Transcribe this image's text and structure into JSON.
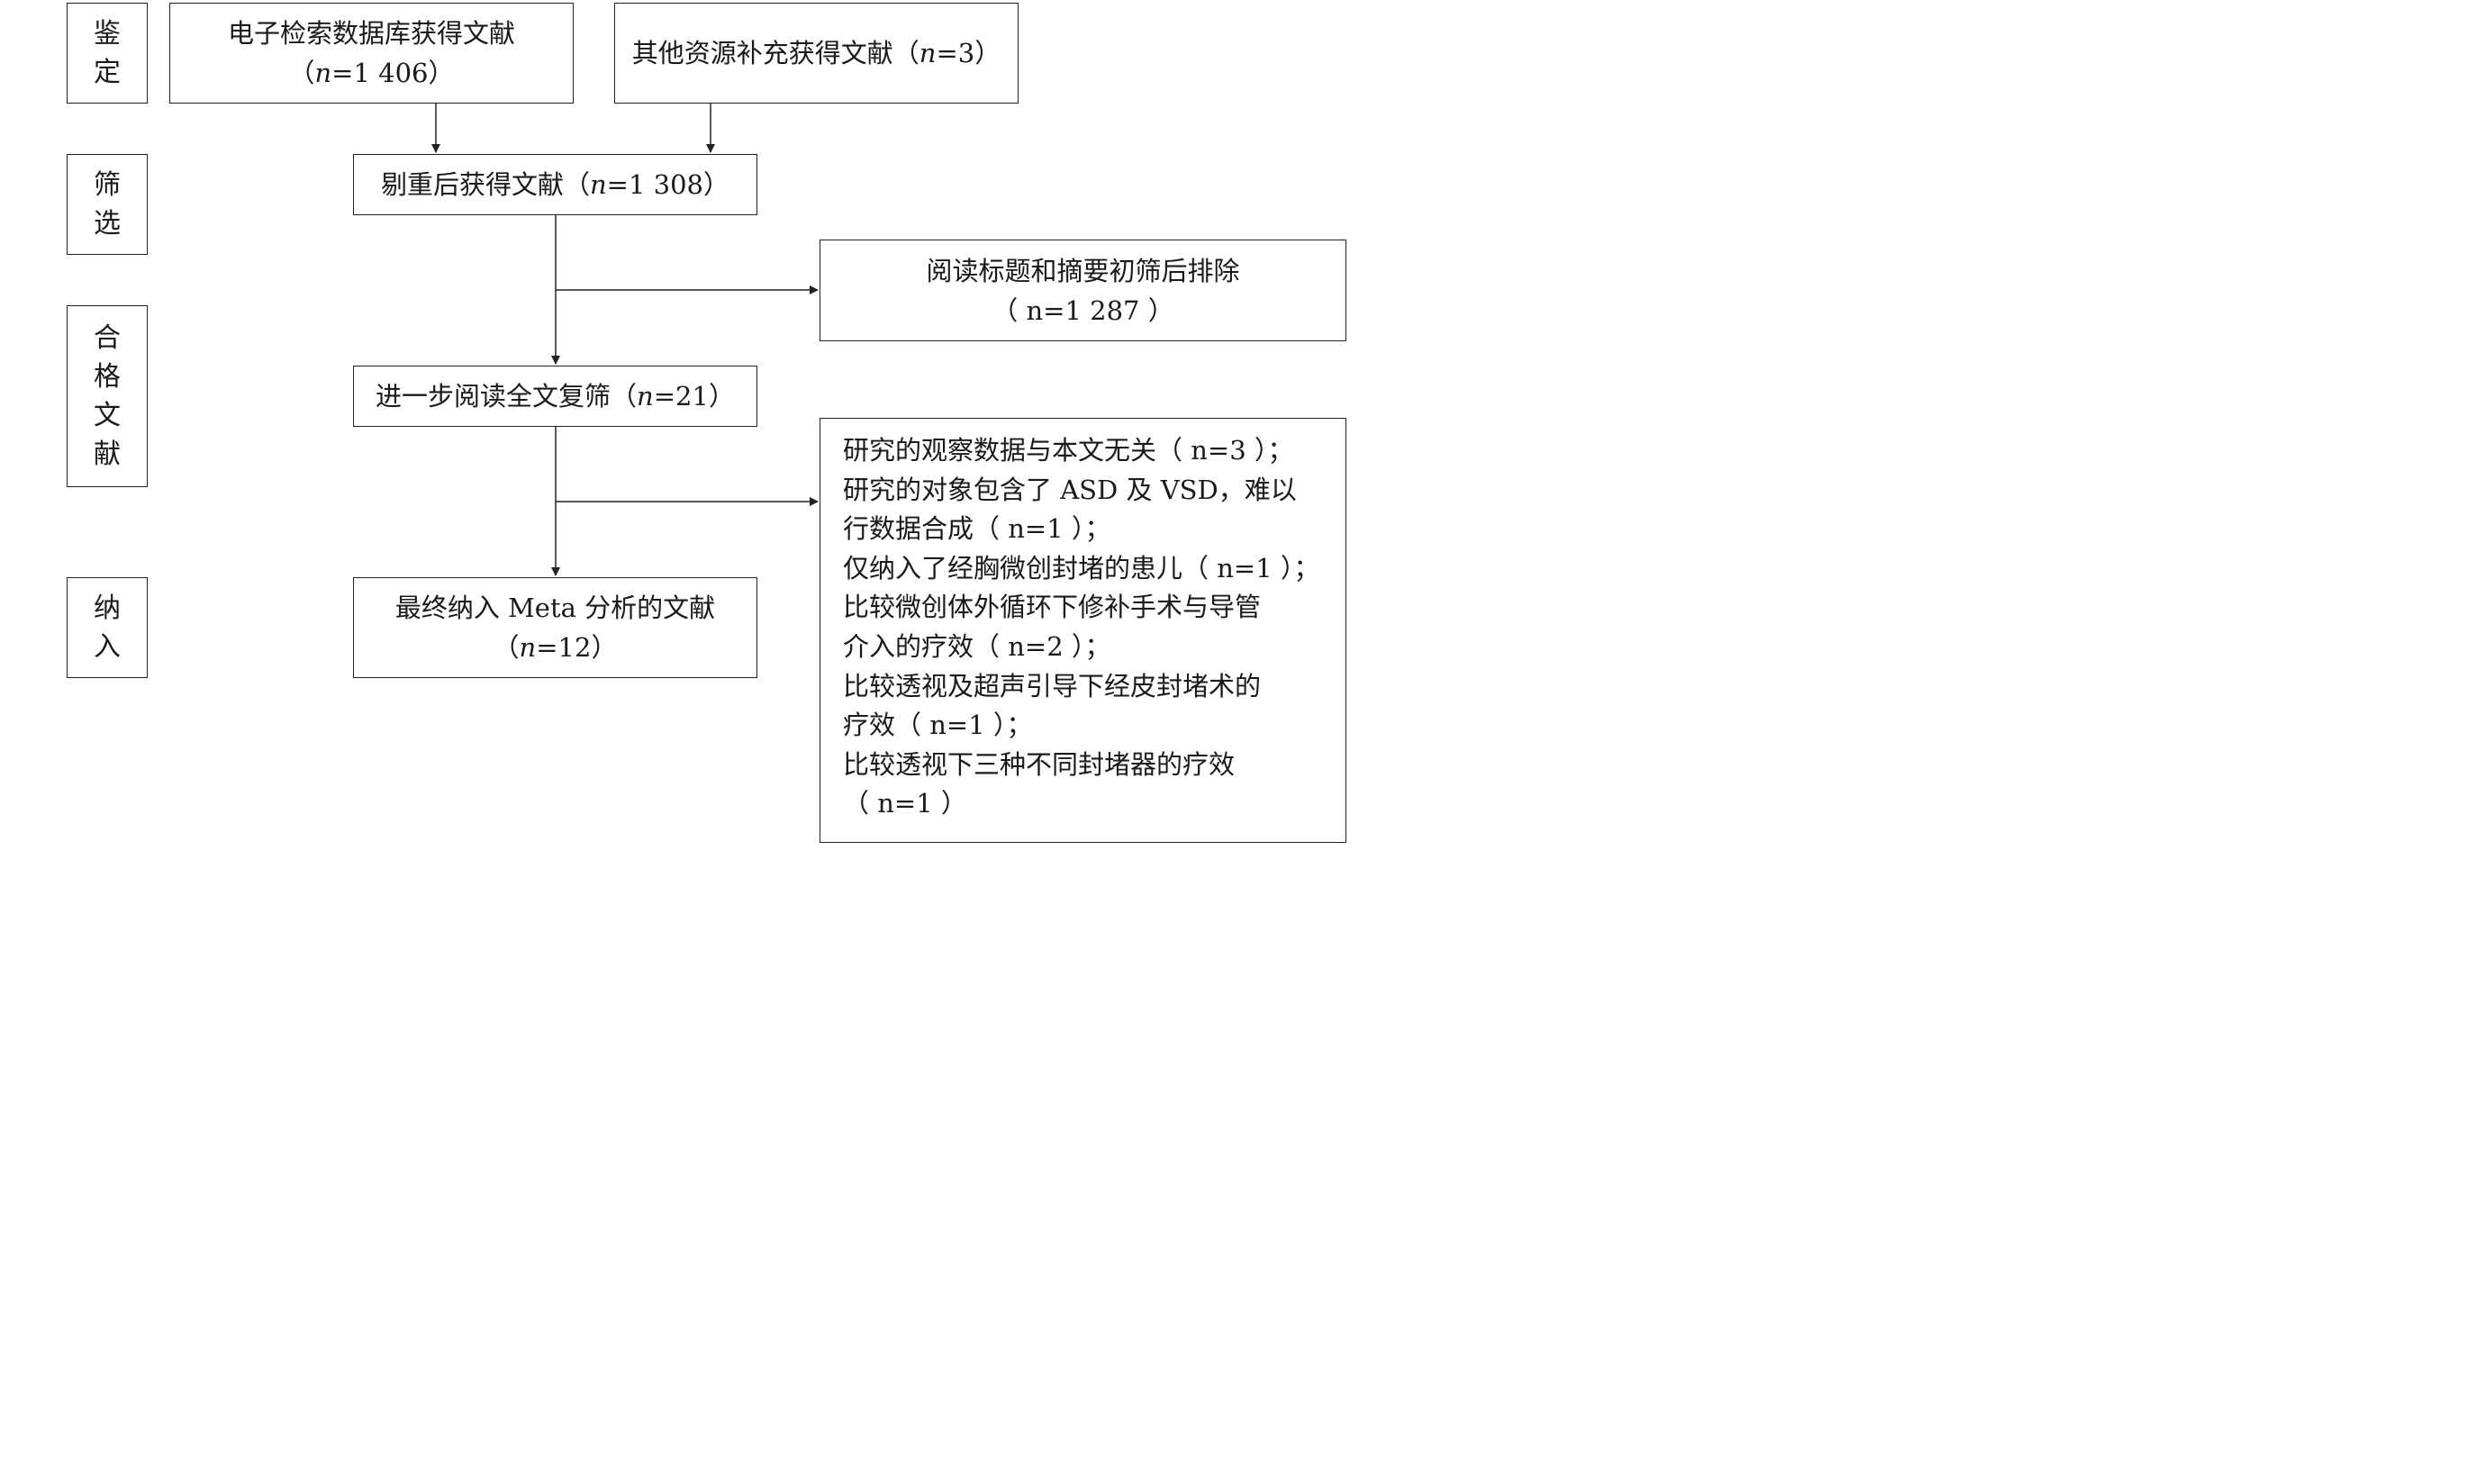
{
  "stages": {
    "identification": [
      "鉴",
      "定"
    ],
    "screening": [
      "筛",
      "选"
    ],
    "eligibility": [
      "合",
      "格",
      "文",
      "献"
    ],
    "included": [
      "纳",
      "入"
    ]
  },
  "nodes": {
    "database_search": {
      "label": "电子检索数据库获得文献",
      "count_prefix": "（",
      "n": "n",
      "count": "=1 406",
      "count_suffix": "）"
    },
    "other_sources": {
      "label": "其他资源补充获得文献（",
      "n": "n",
      "count": "=3",
      "count_suffix": "）"
    },
    "after_dedup": {
      "label": "剔重后获得文献（",
      "n": "n",
      "count": "=1 308",
      "count_suffix": "）"
    },
    "title_abstract_excluded": {
      "label": "阅读标题和摘要初筛后排除",
      "count": "（ n=1 287 ）"
    },
    "fulltext_review": {
      "label": "进一步阅读全文复筛（",
      "n": "n",
      "count": "=21",
      "count_suffix": "）"
    },
    "final_included": {
      "label": "最终纳入 Meta 分析的文献",
      "count_prefix": "（",
      "n": "n",
      "count": "=12",
      "count_suffix": "）"
    }
  },
  "exclusion_reasons": [
    "研究的观察数据与本文无关（ n=3 ）；",
    "研究的对象包含了 ASD 及 VSD，难以",
    "行数据合成（ n=1 ）；",
    "仅纳入了经胸微创封堵的患儿（ n=1 ）；",
    "比较微创体外循环下修补手术与导管",
    "介入的疗效（ n=2 ）；",
    "比较透视及超声引导下经皮封堵术的",
    "疗效（ n=1 ）；",
    "比较透视下三种不同封堵器的疗效",
    "（ n=1 ）"
  ]
}
